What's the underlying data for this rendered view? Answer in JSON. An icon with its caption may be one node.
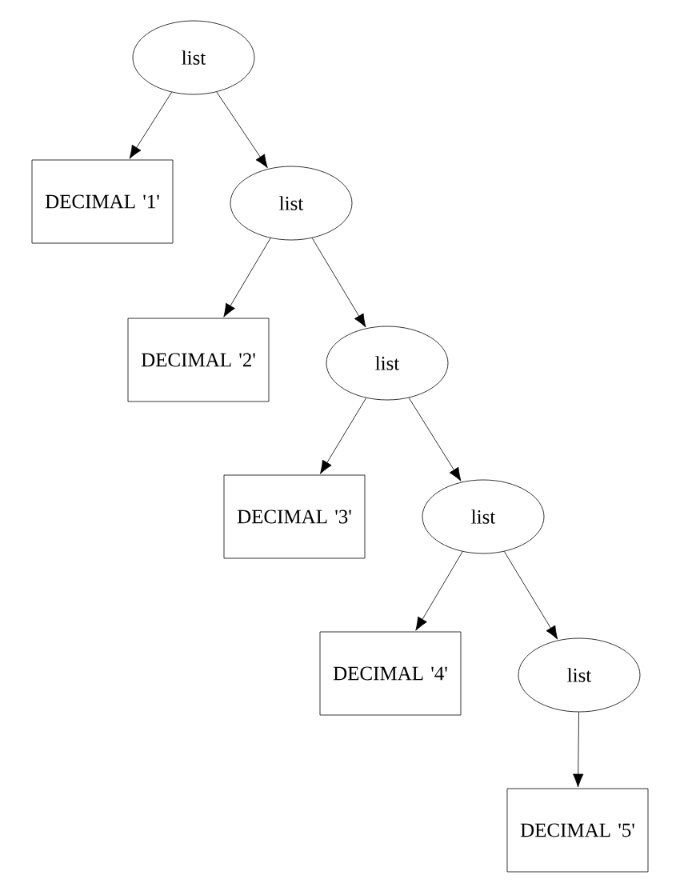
{
  "diagram": {
    "nodes": [
      {
        "text": [
          "list"
        ]
      },
      {
        "text": [
          "DECIMAL '1'"
        ]
      },
      {
        "text": [
          "list"
        ]
      },
      {
        "text": [
          "DECIMAL '2'"
        ]
      },
      {
        "text": [
          "list"
        ]
      },
      {
        "text": [
          "DECIMAL '3'"
        ]
      },
      {
        "text": [
          "list"
        ]
      },
      {
        "text": [
          "DECIMAL '4'"
        ]
      },
      {
        "text": [
          "list"
        ]
      },
      {
        "text": [
          "DECIMAL '5'"
        ]
      }
    ],
    "edges": [
      {
        "from": 0,
        "to": 1,
        "arrow": "to"
      },
      {
        "from": 0,
        "to": 2,
        "arrow": "to"
      },
      {
        "from": 2,
        "to": 3,
        "arrow": "to"
      },
      {
        "from": 2,
        "to": 4,
        "arrow": "to"
      },
      {
        "from": 4,
        "to": 5,
        "arrow": "to"
      },
      {
        "from": 4,
        "to": 6,
        "arrow": "to"
      },
      {
        "from": 6,
        "to": 7,
        "arrow": "to"
      },
      {
        "from": 6,
        "to": 8,
        "arrow": "to"
      },
      {
        "from": 8,
        "to": 9,
        "arrow": "to"
      }
    ]
  }
}
